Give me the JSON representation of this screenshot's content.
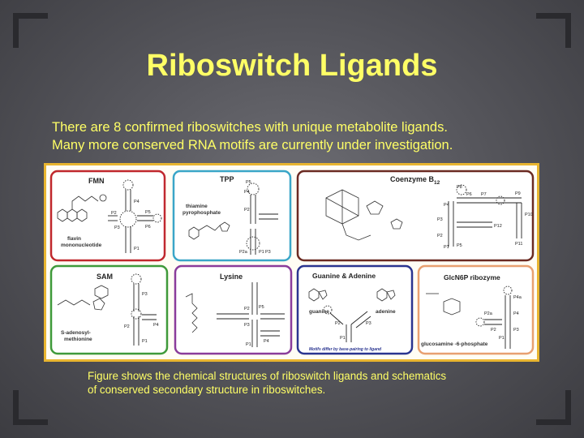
{
  "slide": {
    "title": "Riboswitch Ligands",
    "intro_lines": [
      "There are 8 confirmed riboswitches with unique metabolite ligands.",
      "Many more conserved RNA motifs are currently under investigation."
    ],
    "caption_lines": [
      "Figure shows the chemical structures of riboswitch ligands and schematics",
      "of conserved secondary structure in riboswitches."
    ]
  },
  "panels": {
    "fmn": {
      "title": "FMN",
      "ligand_line1": "flavin",
      "ligand_line2": "mononucleotide",
      "border_color": "#c0282d"
    },
    "tpp": {
      "title": "TPP",
      "ligand_line1": "thiamine",
      "ligand_line2": "pyrophosphate",
      "border_color": "#3aa6c8"
    },
    "coenzyme": {
      "title": "Coenzyme B",
      "title_sub": "12",
      "border_color": "#6b2a22"
    },
    "sam": {
      "title": "SAM",
      "ligand_line1": "S-adenosyl-",
      "ligand_line2": "methionine",
      "border_color": "#3f9a3a"
    },
    "lysine": {
      "title": "Lysine",
      "border_color": "#8a3c9a"
    },
    "guanine": {
      "title": "Guanine & Adenine",
      "label_left": "guanine",
      "label_right": "adenine",
      "footnote": "Motifs differ by base-pairing to ligand",
      "border_color": "#2a3590"
    },
    "glcn6p": {
      "title": "GlcN6P ribozyme",
      "ligand_label": "glucosamine -6-phosphate",
      "border_color": "#e8a070"
    }
  },
  "stem_labels": {
    "fmn": [
      "P1",
      "P2",
      "P3",
      "P4",
      "P5",
      "P6"
    ],
    "tpp": [
      "P1",
      "P2",
      "P3",
      "P4",
      "P5",
      "P2a"
    ],
    "coenzyme": [
      "P1",
      "P2",
      "P3",
      "P4",
      "P5",
      "P6",
      "P7",
      "P8",
      "P9",
      "P10",
      "P11",
      "P12"
    ],
    "sam": [
      "P1",
      "P2",
      "P3",
      "P4"
    ],
    "lysine": [
      "P1",
      "P2",
      "P3",
      "P4",
      "P5"
    ],
    "guanine": [
      "P1",
      "P2",
      "P3"
    ],
    "glcn6p": [
      "P1",
      "P2",
      "P2a",
      "P3",
      "P4",
      "P4a"
    ]
  },
  "colors": {
    "title_text": "#ffff66",
    "figure_border": "#e8b530",
    "background": "#57575d"
  }
}
